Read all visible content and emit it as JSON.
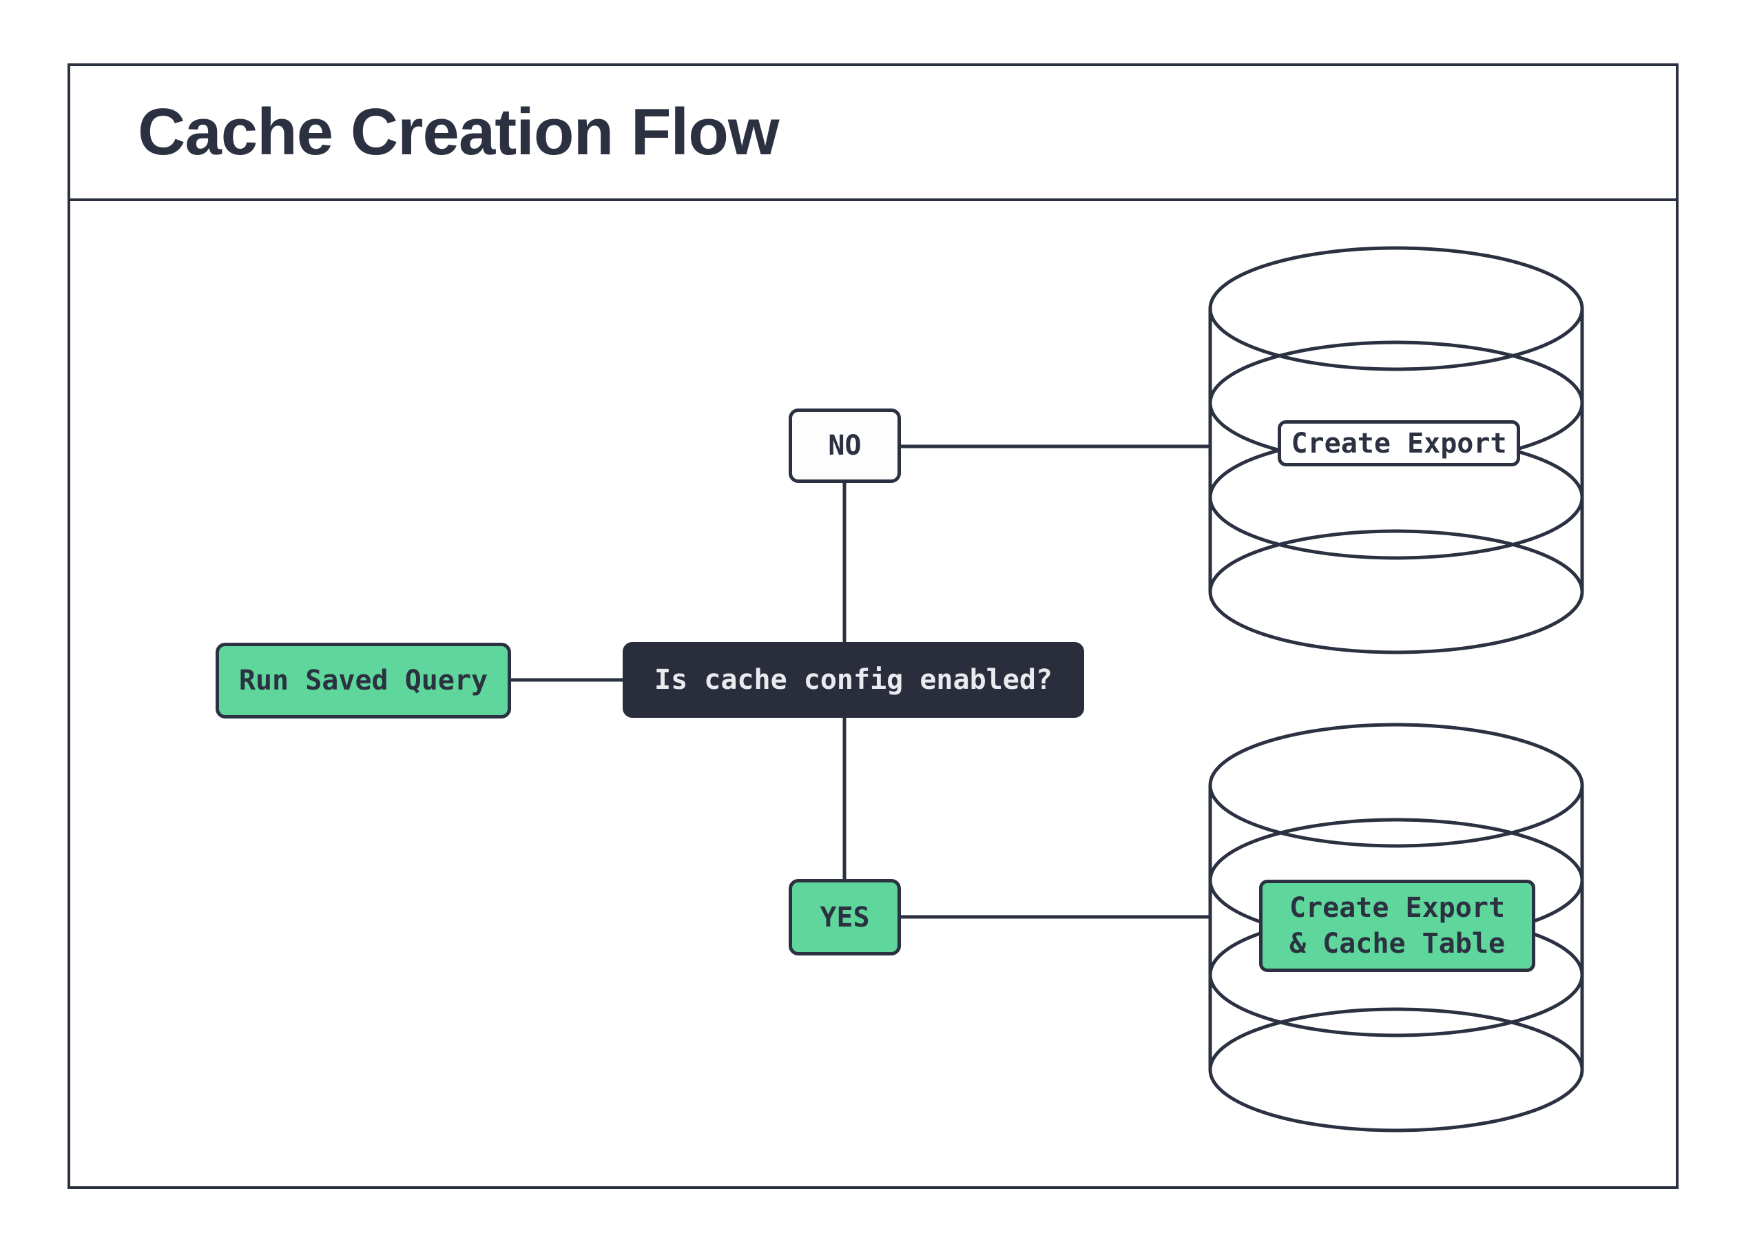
{
  "title": "Cache Creation Flow",
  "diagram": {
    "nodes": {
      "start": {
        "label": "Run Saved Query"
      },
      "decision": {
        "label": "Is cache config enabled?"
      },
      "branch_no": {
        "label": "NO"
      },
      "branch_yes": {
        "label": "YES"
      },
      "export_db": {
        "label": "Create Export"
      },
      "export_cache_db": {
        "line1": "Create Export",
        "line2": "& Cache Table"
      }
    },
    "colors": {
      "ink": "#2b3140",
      "accent_green": "#5fd69b",
      "decision_fill": "#2a2e3c",
      "decision_text": "#e9ebee",
      "background": "#ffffff"
    }
  }
}
